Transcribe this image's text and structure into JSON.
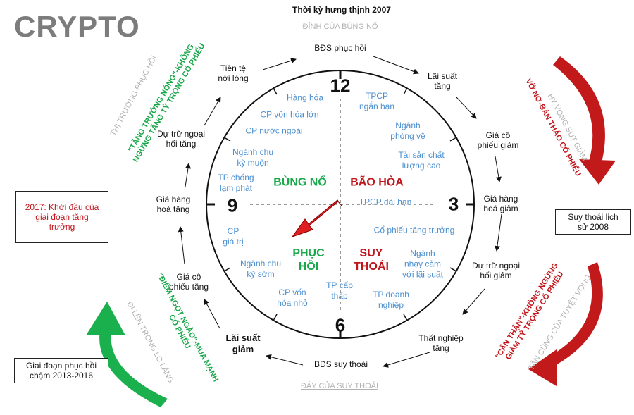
{
  "brand": "CRYPTO",
  "top_title": "Thời kỳ hưng thịnh 2007",
  "peak_label": "ĐỈNH CỦA BÙNG NỔ",
  "trough_label": "ĐÁY CỦA SUY THOÁI",
  "clock_numbers": {
    "n12": "12",
    "n3": "3",
    "n6": "6",
    "n9": "9"
  },
  "quadrants": {
    "boom": "BÙNG NỔ",
    "saturation": "BÃO HÒA",
    "recovery": "PHỤC\nHỒI",
    "recession": "SUY\nTHOÁI"
  },
  "cycle": {
    "bds_recovery": "BĐS phục hồi",
    "rate_up": "Lãi suất\ntăng",
    "stock_down": "Giá cô\nphiếu giảm",
    "goods_down": "Giá hàng\nhoá giảm",
    "reserve_down": "Dự trữ ngoại\nhối giảm",
    "unemployment_up": "Thất nghiệp\ntăng",
    "bds_recession": "BĐS suy thoái",
    "rate_down": "Lãi suất\ngiảm",
    "stock_up": "Giá cô\nphiếu tăng",
    "goods_up": "Giá hàng\nhoá tăng",
    "reserve_up": "Dự trữ ngoại\nhối tăng",
    "money_loose": "Tiền tệ\nnới lỏng"
  },
  "assets": {
    "commodities": "Hàng hóa",
    "large_cap": "CP vốn hóa lớn",
    "foreign_stocks": "CP nước ngoài",
    "late_cyclical": "Ngành chu\nkỳ muộn",
    "inflation_bonds": "TP chống\nlạm phát",
    "short_gov_bonds": "TPCP\nngắn hạn",
    "defensive": "Ngành\nphòng vệ",
    "quality_assets": "Tài sản chất\nlượng cao",
    "long_gov_bonds": "TPCP dài hạn",
    "growth_stocks": "Cổ phiếu tăng trưởng",
    "rate_sensitive": "Ngành\nnhạy cảm\nvới lãi suất",
    "corp_bonds": "TP doanh\nnghiệp",
    "low_grade_bonds": "TP cấp\nthấp",
    "small_cap": "CP vốn\nhóa nhỏ",
    "early_cyclical": "Ngành chu\nkỳ sớm",
    "value_stocks": "CP\ngiá trị"
  },
  "side_texts": {
    "recovery_market": "THỊ TRƯỜNG PHỤC HỒI",
    "hot_growth": "\"TĂNG TRƯỞNG NÓNG\"-KHÔNG\nNGỪNG TĂNG TỶ TRỌNG CỔ PHIẾU",
    "hope_fading": "HY VỌNG SỤT GIẢM",
    "debt_dump": "VỠ NỢ-BÁN THÁO CỔ PHIẾU",
    "careful": "\"CẨN THẬN\"-KHÔNG NGỪNG\nGIẢM TỶ TRỌNG CỔ PHIẾU",
    "despair": "TẬN CÙNG CỦA TUYỆT VỌNG",
    "sweet_spot": "\"ĐIỂM NGỌT NGÀO\"-MUA MẠNH\nCỔ PHIẾU",
    "rising_worry": "ĐI LÊN TRONG LO LẮNG"
  },
  "boxes": {
    "start_2017": "2017: Khởi đầu của\ngiai đoạn tăng\ntrưởng",
    "recession_2008": "Suy thoái lịch\nsử 2008",
    "slow_recovery": "Giai đoạn phục hồi\nchậm 2013-2016"
  },
  "colors": {
    "green": "#1aa84b",
    "red": "#c0151b",
    "blue": "#4a8fd0",
    "gray": "#b3b3b3"
  }
}
